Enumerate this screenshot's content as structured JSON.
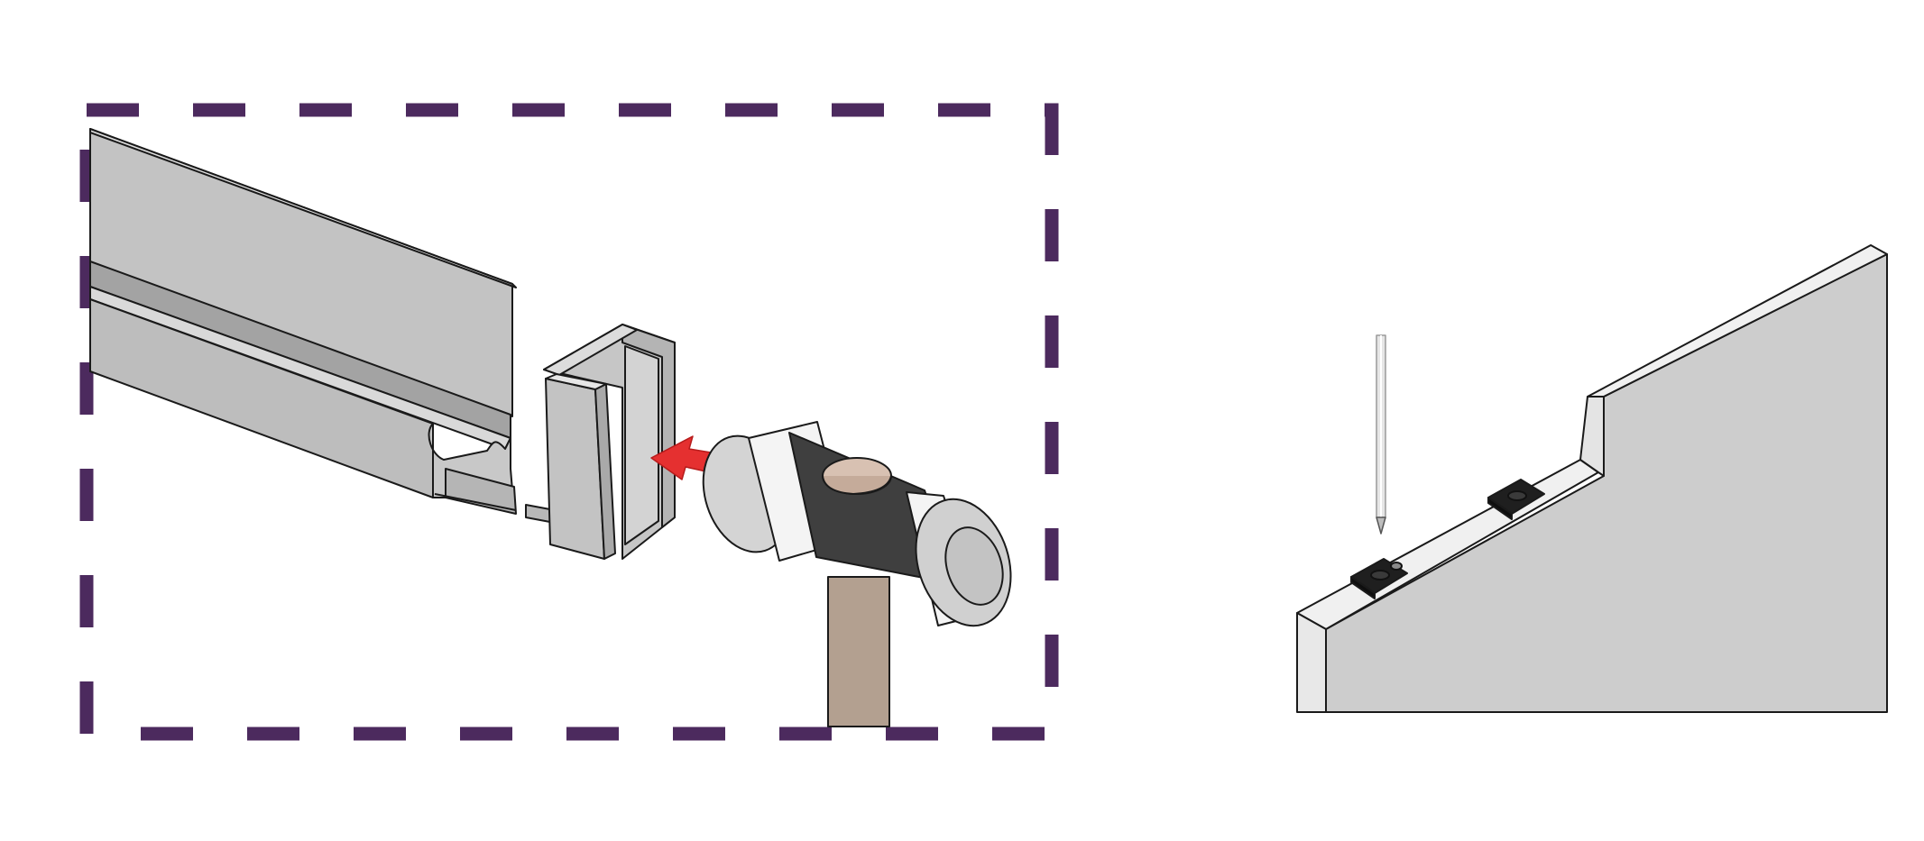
{
  "figure": {
    "panels": [
      {
        "name": "detail-box",
        "depicts": [
          "rail-profile",
          "end-cap",
          "mallet",
          "direction-arrow"
        ]
      },
      {
        "name": "panel-view",
        "depicts": [
          "screwdriver",
          "mounting-clip"
        ]
      }
    ],
    "colors": {
      "frame": "#4c2a5e",
      "arrow": "#e53030",
      "metal": "#c3c3c3",
      "metal_dark": "#a3a3a3",
      "metal_light": "#d9d9d9",
      "mallet_body": "#3f3f3f",
      "mallet_cap": "#cfcfcf",
      "mallet_ring": "#f4f4f4",
      "handle": "#b3a090",
      "knob": "#d8c1b2",
      "panel_face": "#cdcdcd",
      "panel_edge": "#ececec",
      "clip": "#1f1f1f",
      "line": "#1a1a1a"
    },
    "icons": {
      "arrow": "arrow-left-icon",
      "mallet": "mallet-icon",
      "screwdriver": "screwdriver-icon",
      "clip": "mounting-clip-icon"
    },
    "mounting_clips_count": 2
  }
}
